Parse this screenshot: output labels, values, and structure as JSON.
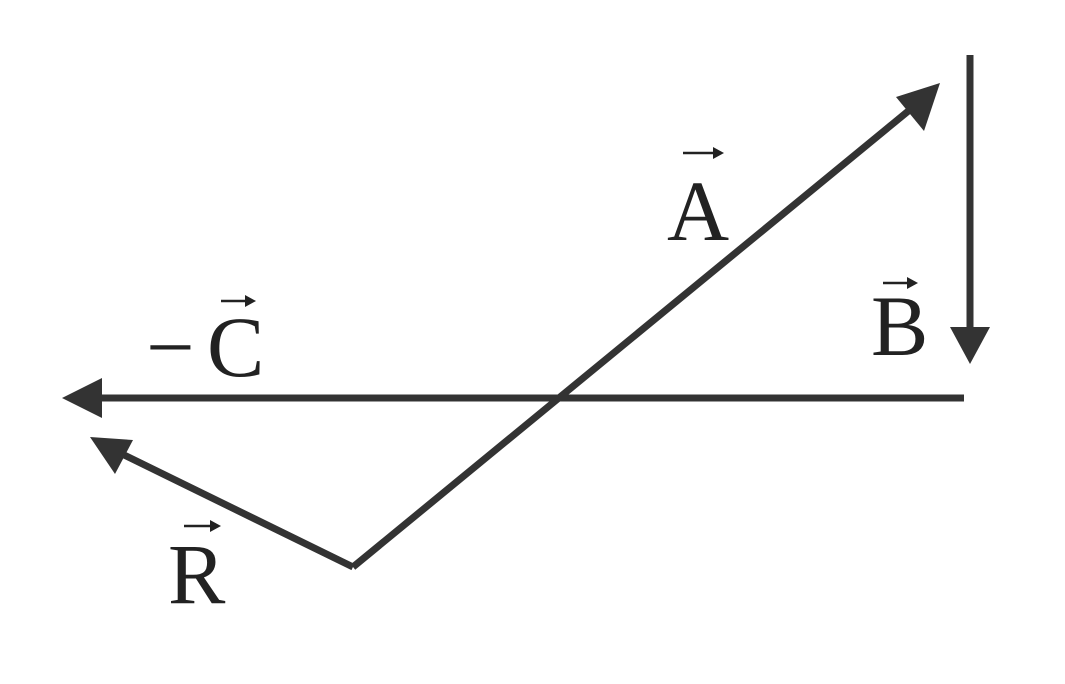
{
  "colors": {
    "stroke": "#333333",
    "text": "#222222",
    "background": "#ffffff"
  },
  "vectors": {
    "A": {
      "label": "A",
      "overarrow": true
    },
    "B": {
      "label": "B",
      "overarrow": true
    },
    "C": {
      "label": "C",
      "prefix": "−",
      "overarrow": true
    },
    "R": {
      "label": "R",
      "overarrow": true
    }
  }
}
